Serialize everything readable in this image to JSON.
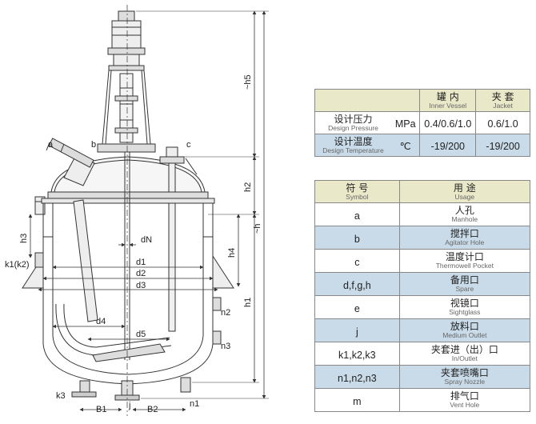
{
  "drawing": {
    "labels": {
      "a": "a",
      "b": "b",
      "c": "c",
      "dN": "dN",
      "d1": "d1",
      "d2": "d2",
      "d3": "d3",
      "d4": "d4",
      "d5": "d5",
      "h1": "h1",
      "h2": "h2",
      "h3": "h3",
      "h4": "h4",
      "h5": "~h5",
      "h": "~h",
      "k1k2": "k1(k2)",
      "k3": "k3",
      "n1": "n1",
      "n2": "n2",
      "n3": "n3",
      "B1": "B1",
      "B2": "B2",
      "j": "j"
    }
  },
  "design_table": {
    "header": {
      "inner_zh": "罐 内",
      "inner_en": "Inner Vessel",
      "jacket_zh": "夹 套",
      "jacket_en": "Jacket"
    },
    "rows": [
      {
        "label_zh": "设计压力",
        "label_en": "Design Pressure",
        "unit": "MPa",
        "inner": "0.4/0.6/1.0",
        "jacket": "0.6/1.0"
      },
      {
        "label_zh": "设计温度",
        "label_en": "Design Temperature",
        "unit": "℃",
        "inner": "-19/200",
        "jacket": "-19/200"
      }
    ]
  },
  "symbol_table": {
    "header": {
      "symbol_zh": "符 号",
      "symbol_en": "Symbol",
      "usage_zh": "用 途",
      "usage_en": "Usage"
    },
    "rows": [
      {
        "symbol": "a",
        "usage_zh": "人孔",
        "usage_en": "Manhole"
      },
      {
        "symbol": "b",
        "usage_zh": "搅拌口",
        "usage_en": "Agitator Hole"
      },
      {
        "symbol": "c",
        "usage_zh": "温度计口",
        "usage_en": "Thermowell Pocket"
      },
      {
        "symbol": "d,f,g,h",
        "usage_zh": "备用口",
        "usage_en": "Spare"
      },
      {
        "symbol": "e",
        "usage_zh": "视镜口",
        "usage_en": "Sightglass"
      },
      {
        "symbol": "j",
        "usage_zh": "放料口",
        "usage_en": "Medium Outlet"
      },
      {
        "symbol": "k1,k2,k3",
        "usage_zh": "夹套进（出）口",
        "usage_en": "In/Outlet"
      },
      {
        "symbol": "n1,n2,n3",
        "usage_zh": "夹套喷嘴口",
        "usage_en": "Spray Nozzle"
      },
      {
        "symbol": "m",
        "usage_zh": "排气口",
        "usage_en": "Vent Hole"
      }
    ]
  }
}
